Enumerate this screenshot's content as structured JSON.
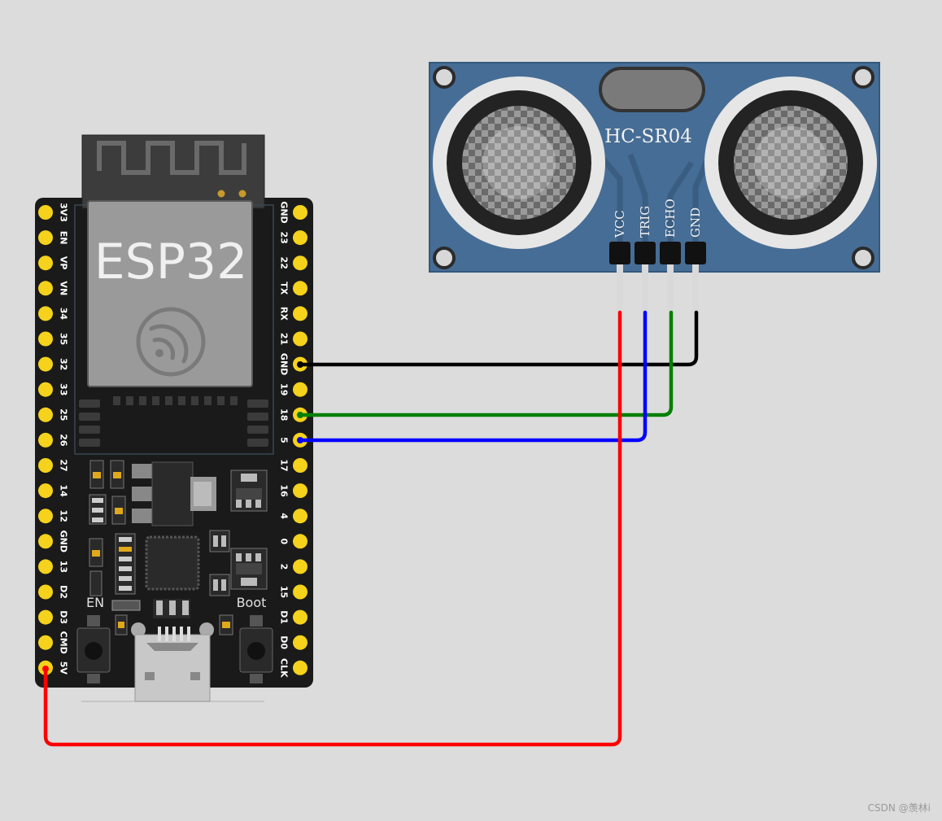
{
  "esp32": {
    "chip_label": "ESP32",
    "left_pins": [
      "3V3",
      "EN",
      "VP",
      "VN",
      "34",
      "35",
      "32",
      "33",
      "25",
      "26",
      "27",
      "14",
      "12",
      "GND",
      "13",
      "D2",
      "D3",
      "CMD",
      "5V"
    ],
    "right_pins": [
      "GND",
      "23",
      "22",
      "TX",
      "RX",
      "21",
      "GND",
      "19",
      "18",
      "5",
      "17",
      "16",
      "4",
      "0",
      "2",
      "15",
      "D1",
      "D0",
      "CLK"
    ],
    "button_en_label": "EN",
    "button_boot_label": "Boot"
  },
  "sensor": {
    "model_label": "HC-SR04",
    "pins": [
      "VCC",
      "TRIG",
      "ECHO",
      "GND"
    ]
  },
  "wires": [
    {
      "from": "HC-SR04 GND",
      "to": "ESP32 GND",
      "color": "#000000"
    },
    {
      "from": "HC-SR04 ECHO",
      "to": "ESP32 18",
      "color": "#008000"
    },
    {
      "from": "HC-SR04 TRIG",
      "to": "ESP32 5",
      "color": "#0000ff"
    },
    {
      "from": "HC-SR04 VCC",
      "to": "ESP32 5V",
      "color": "#ff0000"
    }
  ],
  "watermark": "CSDN @羡林i",
  "colors": {
    "background": "#dcdcdc",
    "board": "#1a1a1a",
    "pin_pad": "#f5d21b",
    "sensor_pcb": "#466d95"
  }
}
